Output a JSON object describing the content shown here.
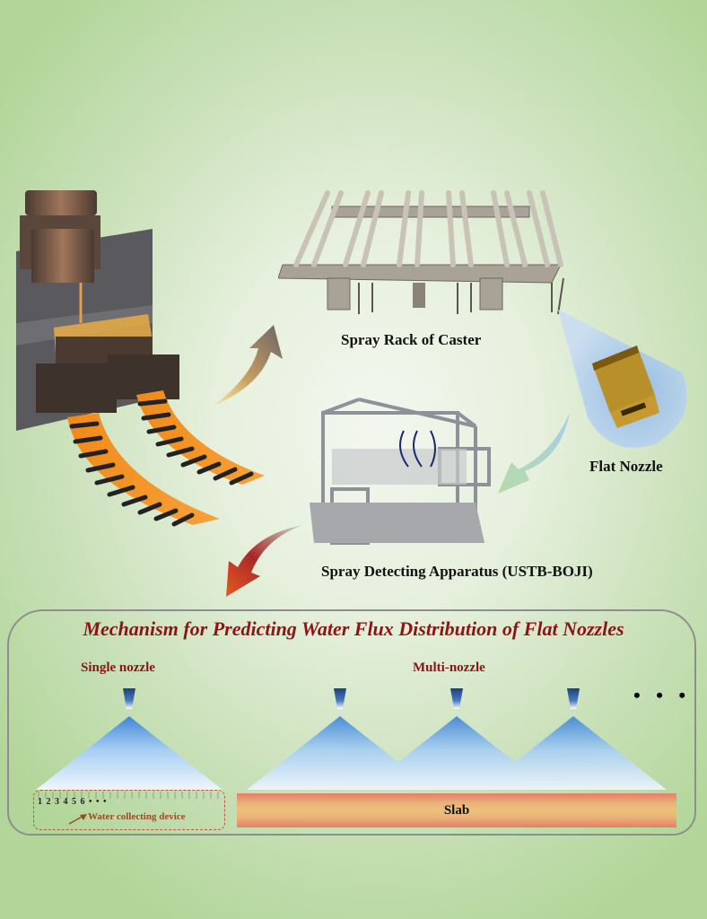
{
  "labels": {
    "spray_rack": "Spray Rack of Caster",
    "flat_nozzle": "Flat Nozzle",
    "apparatus": "Spray Detecting Apparatus (USTB-BOJI)"
  },
  "mechanism": {
    "title": "Mechanism for Predicting Water Flux Distribution of Flat Nozzles",
    "single_label": "Single nozzle",
    "multi_label": "Multi-nozzle",
    "collector_numbers": "1 2 3 4 5 6 • • •",
    "collector_label": "Water collecting device",
    "slab_label": "Slab",
    "ellipsis": "• • •"
  },
  "colors": {
    "title_red": "#8a1515",
    "spray_blue": "#4a8fd8",
    "nozzle_navy": "#1d3f7a",
    "slab_hot": "#e67e66",
    "slab_warm": "#ecc07c",
    "background_green": "#b2d69a"
  }
}
